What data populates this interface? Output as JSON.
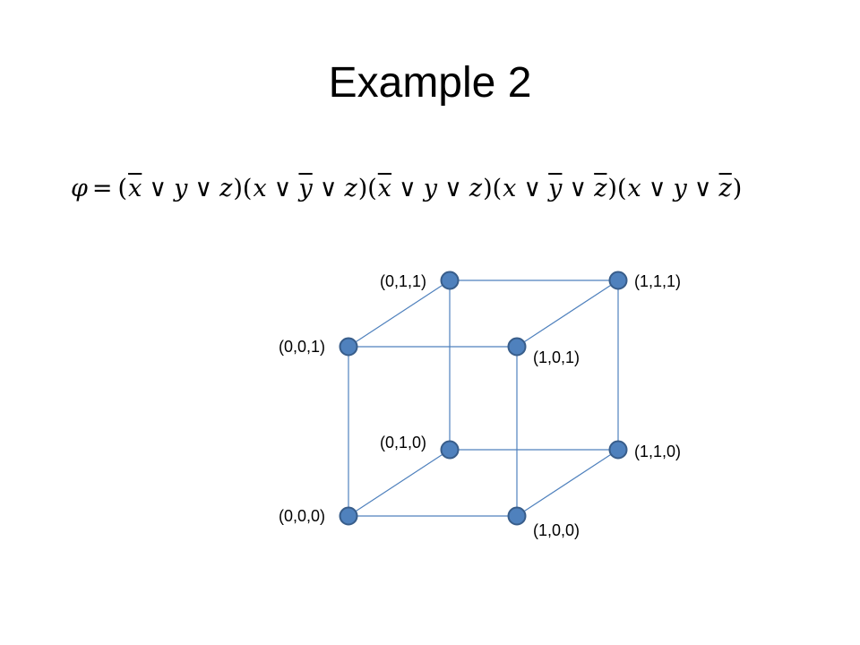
{
  "slide": {
    "title": "Example 2"
  },
  "formula": {
    "lhs": "φ",
    "equals": "=",
    "or_symbol": "∨",
    "clauses": [
      [
        {
          "v": "x",
          "neg": true
        },
        {
          "v": "y",
          "neg": false
        },
        {
          "v": "z",
          "neg": false
        }
      ],
      [
        {
          "v": "x",
          "neg": false
        },
        {
          "v": "y",
          "neg": true
        },
        {
          "v": "z",
          "neg": false
        }
      ],
      [
        {
          "v": "x",
          "neg": true
        },
        {
          "v": "y",
          "neg": false
        },
        {
          "v": "z",
          "neg": false
        }
      ],
      [
        {
          "v": "x",
          "neg": false
        },
        {
          "v": "y",
          "neg": true
        },
        {
          "v": "z",
          "neg": true
        }
      ],
      [
        {
          "v": "x",
          "neg": false
        },
        {
          "v": "y",
          "neg": false
        },
        {
          "v": "z",
          "neg": true
        }
      ]
    ]
  },
  "cube": {
    "node_color": "#4f81bd",
    "node_stroke": "#385d8a",
    "edge_color": "#4f81bd",
    "vertices": [
      {
        "label": "(0,0,0)",
        "coord": [
          0,
          0,
          0
        ]
      },
      {
        "label": "(1,0,0)",
        "coord": [
          1,
          0,
          0
        ]
      },
      {
        "label": "(0,1,0)",
        "coord": [
          0,
          1,
          0
        ]
      },
      {
        "label": "(1,1,0)",
        "coord": [
          1,
          1,
          0
        ]
      },
      {
        "label": "(0,0,1)",
        "coord": [
          0,
          0,
          1
        ]
      },
      {
        "label": "(1,0,1)",
        "coord": [
          1,
          0,
          1
        ]
      },
      {
        "label": "(0,1,1)",
        "coord": [
          0,
          1,
          1
        ]
      },
      {
        "label": "(1,1,1)",
        "coord": [
          1,
          1,
          1
        ]
      }
    ]
  }
}
